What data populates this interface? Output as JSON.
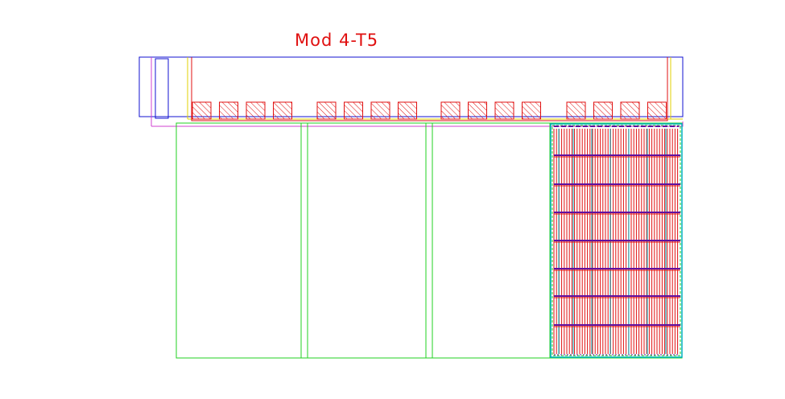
{
  "title": "Mod 4-T5",
  "colors": {
    "background": "#ffffff",
    "title": "#e01010",
    "outline_blue": "#1010d0",
    "inner_red": "#e01010",
    "rail_yellow": "#e0d000",
    "rail_magenta": "#d040d0",
    "panel_green": "#20d020",
    "hatch_red": "#e01010",
    "grid_cyan": "#00b0c0",
    "grid_purple": "#6010a0"
  },
  "pads": {
    "groups": 4,
    "per_group": 4,
    "pattern": "hatched"
  },
  "panels": {
    "count": 4,
    "filled_panel": 4
  }
}
